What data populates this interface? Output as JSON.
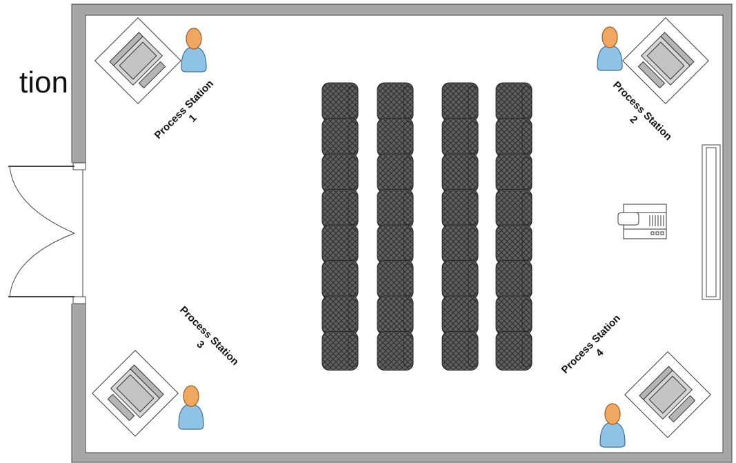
{
  "page": {
    "title_fragment": "tion"
  },
  "stations": [
    {
      "name": "Process Station",
      "number": "1"
    },
    {
      "name": "Process Station",
      "number": "2"
    },
    {
      "name": "Process Station",
      "number": "3"
    },
    {
      "name": "Process Station",
      "number": "4"
    }
  ],
  "seating": {
    "columns": 4,
    "seats_per_column": 8
  },
  "colors": {
    "wall": "#a6a6a6",
    "seat_fill": "#595959",
    "person_head": "#f0a860",
    "person_body": "#8fc3e6",
    "desk_chair": "#bfbfbf"
  },
  "icons": {
    "person": "person-icon",
    "chair": "armchair-icon",
    "printer": "printer-icon",
    "door": "double-door-icon",
    "board": "whiteboard-icon"
  }
}
